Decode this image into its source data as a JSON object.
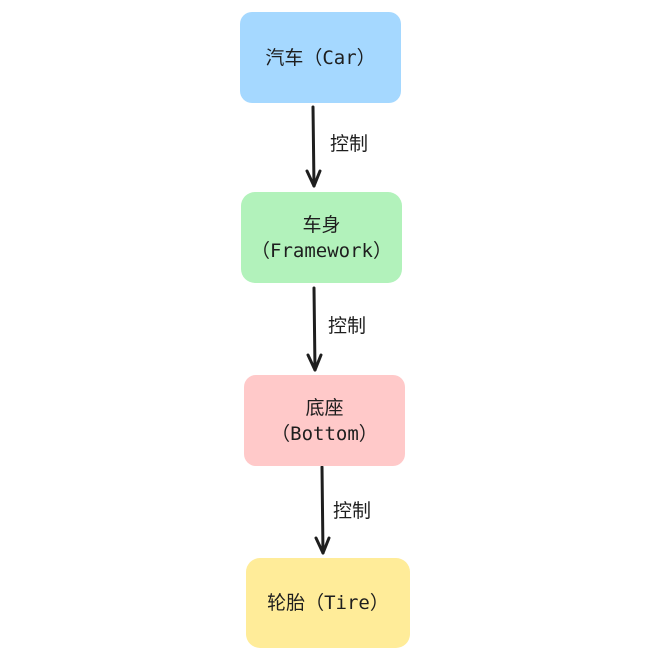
{
  "nodes": {
    "car": {
      "label": "汽车（Car）",
      "color": "#a5d8ff"
    },
    "framework": {
      "line1": "车身",
      "line2": "（Framework）",
      "color": "#b2f2bb"
    },
    "bottom": {
      "line1": "底座",
      "line2": "（Bottom）",
      "color": "#ffc9c9"
    },
    "tire": {
      "label": "轮胎（Tire）",
      "color": "#ffec99"
    }
  },
  "edges": [
    {
      "from": "car",
      "to": "framework",
      "label": "控制"
    },
    {
      "from": "framework",
      "to": "bottom",
      "label": "控制"
    },
    {
      "from": "bottom",
      "to": "tire",
      "label": "控制"
    }
  ],
  "stroke_color": "#1e1e1e"
}
